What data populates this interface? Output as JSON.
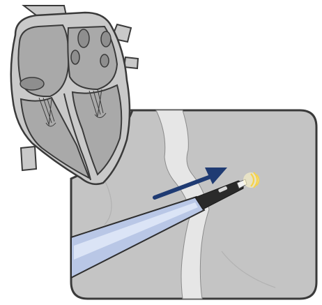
{
  "figure": {
    "text": [],
    "colors": {
      "background": "#ffffff",
      "outline": "#3a3a3a",
      "heart_fill": "#c9c9c9",
      "heart_chamber": "#a9a9a9",
      "heart_valve": "#8e8e8e",
      "inset_fill": "#c4c4c4",
      "septum_fill": "#e6e6e6",
      "catheter_body": "#b9c7e6",
      "catheter_highlight": "#dfe7f7",
      "catheter_tip": "#2a2a2a",
      "tip_light": "#f6d34a",
      "arrow": "#1f3b73"
    },
    "icons": [
      "heart-illustration",
      "septal-puncture-inset",
      "catheter",
      "direction-arrow",
      "needle-tip-glow"
    ]
  }
}
